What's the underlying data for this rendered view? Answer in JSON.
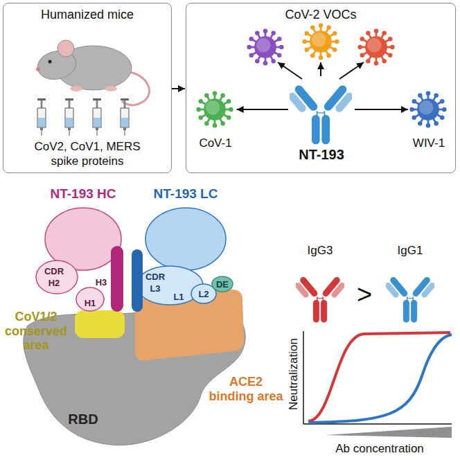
{
  "diagram": {
    "nodes": [
      {
        "text": [
          "Humanized mice",
          "CoV2, CoV1, MERS spike proteins"
        ]
      },
      {
        "text": [
          "CoV-2 VOCs"
        ]
      },
      {
        "text": [
          "NT-193"
        ],
        "in": 1
      },
      {
        "text": [
          "CoV-1"
        ],
        "in": 1
      },
      {
        "text": [
          "WIV-1"
        ],
        "in": 1
      }
    ],
    "edges": [
      {
        "from": 0,
        "to": 1,
        "arrow": "to"
      },
      {
        "from": 2,
        "to": 3,
        "arrow": "to"
      },
      {
        "from": 2,
        "to": 4,
        "arrow": "to"
      }
    ],
    "labels": [
      "NT-193 HC",
      "NT-193 LC",
      "CDR",
      "H2",
      "H1",
      "H3",
      "CDR",
      "L3",
      "L1",
      "L2",
      "DE",
      "CoV1/2 conserved area",
      "ACE2 binding area",
      "RBD",
      "IgG3",
      ">",
      "IgG1",
      "Neutralization",
      "Ab concentration"
    ]
  }
}
